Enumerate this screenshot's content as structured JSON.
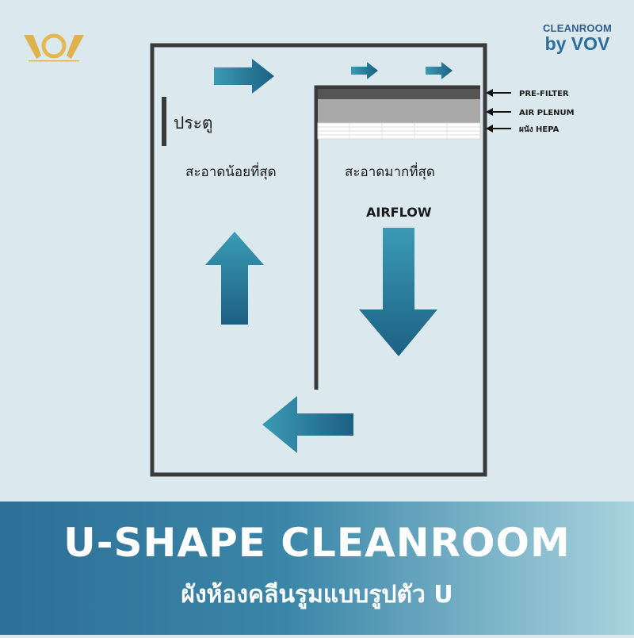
{
  "brand": {
    "left_logo_icon": "vov-logo-icon",
    "right_logo_line1": "CLEANROOM",
    "right_logo_line2": "by VOV"
  },
  "diagram": {
    "door_label": "ประตู",
    "least_clean_label": "สะอาดน้อยที่สุด",
    "most_clean_label": "สะอาดมากที่สุด",
    "airflow_label": "AIRFLOW",
    "filter_labels": {
      "pre_filter": "PRE-FILTER",
      "air_plenum": "AIR PLENUM",
      "hepa": "ผนัง HEPA"
    },
    "arrow_icon": "arrow-icon"
  },
  "banner": {
    "title": "U-SHAPE CLEANROOM",
    "subtitle": "ผังห้องคลีนรูมแบบรูปตัว U"
  },
  "colors": {
    "background": "#dbe9ee",
    "wall": "#3a3a3a",
    "arrow_light": "#3a9bb4",
    "arrow_dark": "#1c6083",
    "banner_start": "#2e6f97",
    "banner_end": "#a9d3de"
  }
}
